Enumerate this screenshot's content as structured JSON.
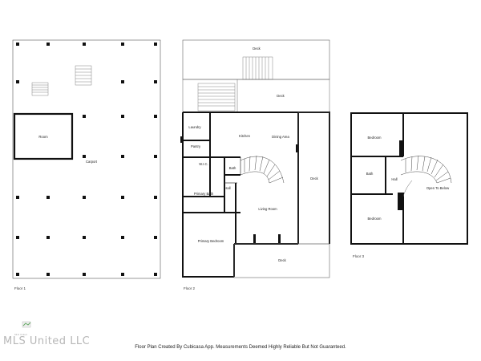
{
  "floors": [
    {
      "label": "Floor 1",
      "rooms": [
        "Room",
        "Carport"
      ]
    },
    {
      "label": "Floor 2",
      "rooms": [
        "Deck",
        "Deck",
        "Laundry",
        "Kitchen",
        "Dining Area",
        "Pantry",
        "W.I.C.",
        "Bath",
        "Hall",
        "Primary Bath",
        "Deck",
        "Living Room",
        "Primary Bedroom",
        "Deck"
      ]
    },
    {
      "label": "Floor 3",
      "rooms": [
        "Bedroom",
        "Bath",
        "Hall",
        "Open To Below",
        "Bedroom"
      ]
    }
  ],
  "watermark": "MLS United LLC",
  "brand_small": "MLS United",
  "footer": "Floor Plan Created By Cubicasa App. Measurements Deemed Highly Reliable But Not Guaranteed."
}
